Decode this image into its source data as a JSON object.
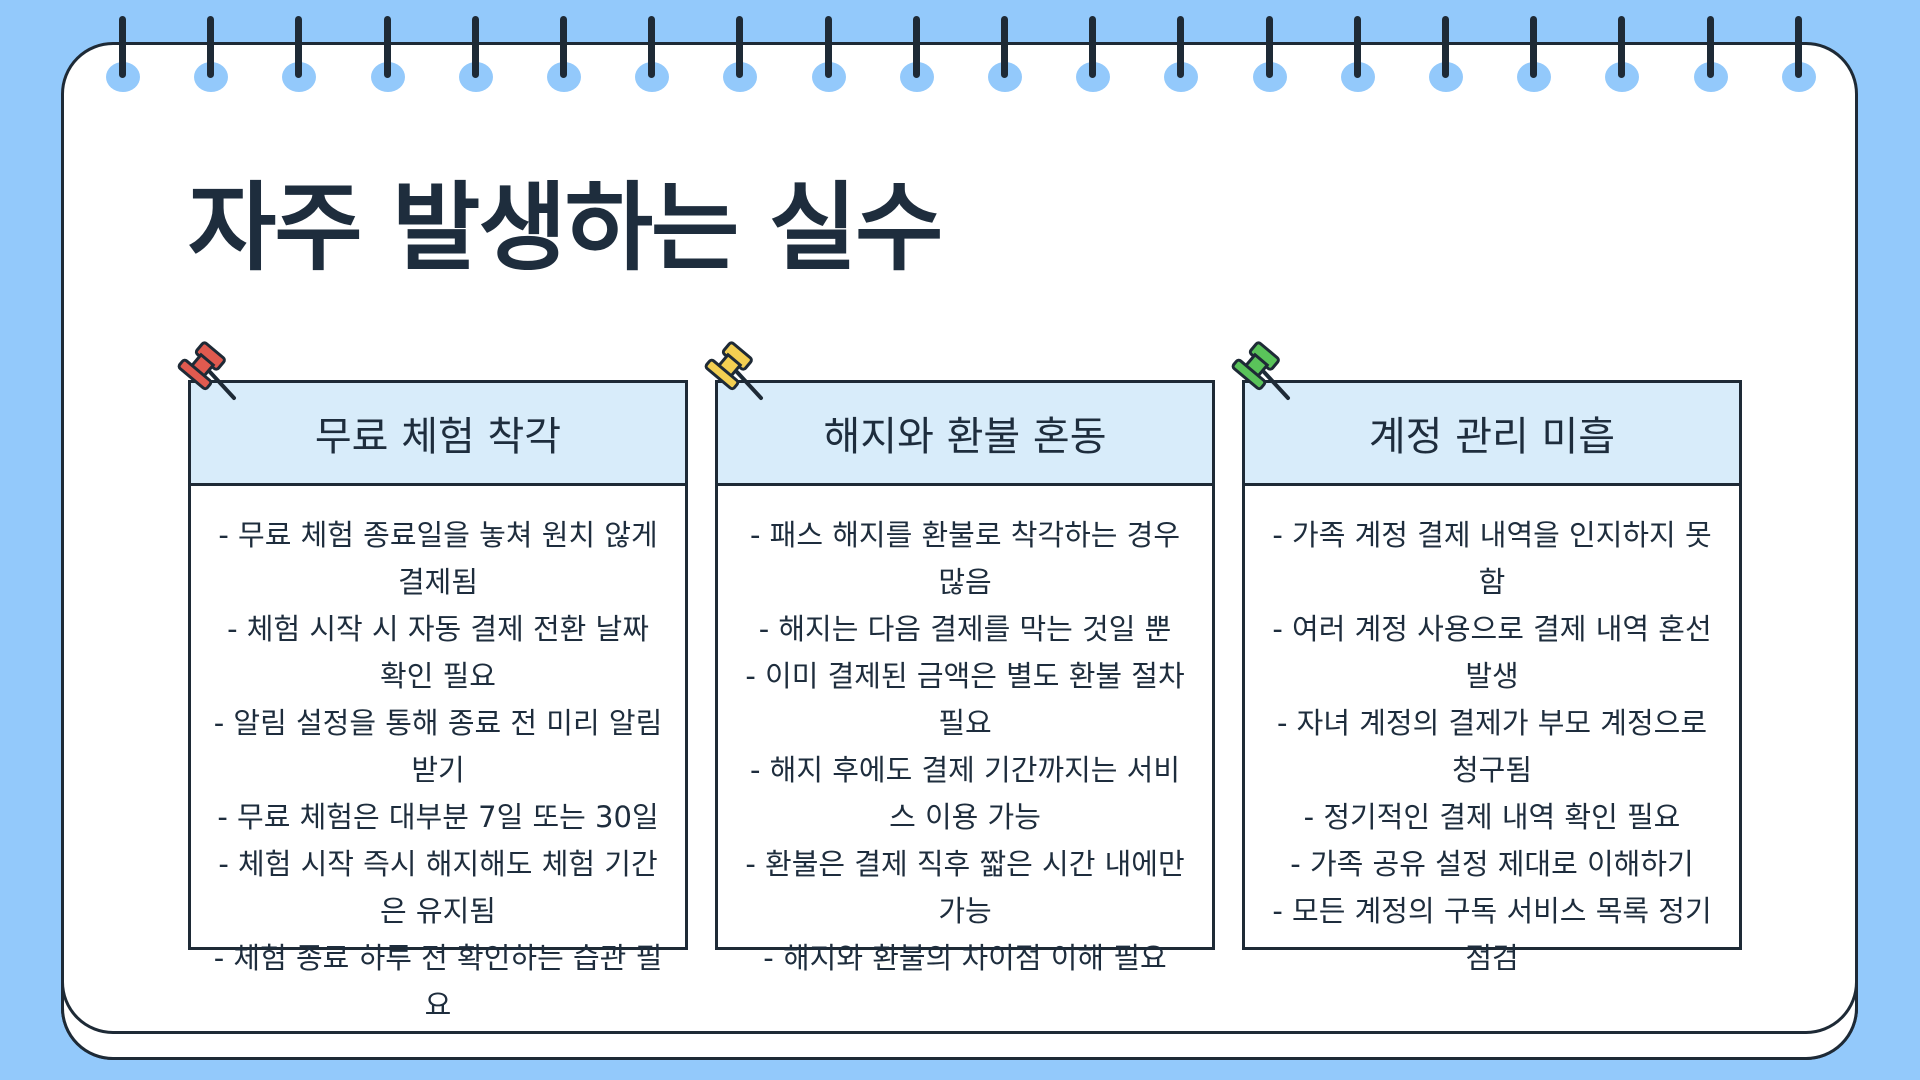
{
  "title": "자주 발생하는 실수",
  "colors": {
    "background": "#93c9fb",
    "card_header": "#d8ecfa",
    "outline": "#1e2a36",
    "pin_red": "#e05a4f",
    "pin_yellow": "#f3cf52",
    "pin_green": "#5ac35a"
  },
  "cards": [
    {
      "heading": "무료 체험 착각",
      "pin_icon": "red-pushpin-icon",
      "items": [
        "- 무료 체험 종료일을 놓쳐 원치 않게 결제됨",
        "- 체험 시작 시 자동 결제 전환 날짜 확인 필요",
        "- 알림 설정을 통해 종료 전 미리 알림 받기",
        "- 무료 체험은 대부분 7일 또는 30일",
        "- 체험 시작 즉시 해지해도 체험 기간은 유지됨",
        "- 체험 종료 하루 전 확인하는 습관 필요"
      ]
    },
    {
      "heading": "해지와 환불 혼동",
      "pin_icon": "yellow-pushpin-icon",
      "items": [
        "- 패스 해지를 환불로 착각하는 경우 많음",
        "- 해지는 다음 결제를 막는 것일 뿐",
        "- 이미 결제된 금액은 별도 환불 절차 필요",
        "- 해지 후에도 결제 기간까지는 서비스 이용 가능",
        "- 환불은 결제 직후 짧은 시간 내에만 가능",
        "- 해지와 환불의 차이점 이해 필요"
      ]
    },
    {
      "heading": "계정 관리 미흡",
      "pin_icon": "green-pushpin-icon",
      "items": [
        "- 가족 계정 결제 내역을 인지하지 못함",
        "- 여러 계정 사용으로 결제 내역 혼선 발생",
        "- 자녀 계정의 결제가 부모 계정으로 청구됨",
        "- 정기적인 결제 내역 확인 필요",
        "- 가족 공유 설정 제대로 이해하기",
        "- 모든 계정의 구독 서비스 목록 정기 점검"
      ]
    }
  ]
}
